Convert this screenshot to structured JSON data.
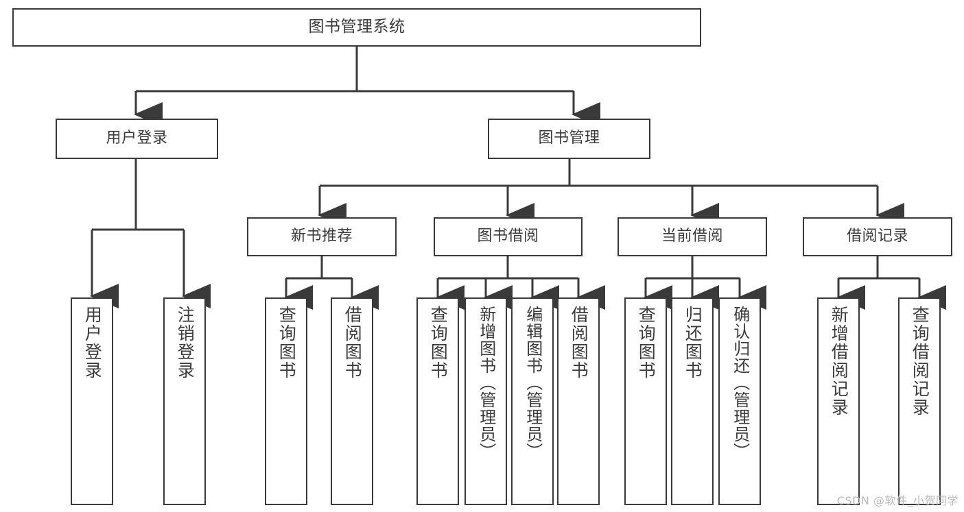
{
  "diagram": {
    "type": "tree",
    "title": "图书管理系统",
    "stroke_color": "#3a3a3a",
    "text_color": "#3b3b3b",
    "background": "#ffffff",
    "levels": 4
  },
  "nodes": {
    "root": {
      "label": "图书管理系统"
    },
    "level2": [
      {
        "label": "用户登录"
      },
      {
        "label": "图书管理"
      }
    ],
    "level3": [
      {
        "label": "新书推荐"
      },
      {
        "label": "图书借阅"
      },
      {
        "label": "当前借阅"
      },
      {
        "label": "借阅记录"
      }
    ],
    "leaves_user_login": [
      {
        "label": "用户登录"
      },
      {
        "label": "注销登录"
      }
    ],
    "leaves_new_book": [
      {
        "label": "查询图书"
      },
      {
        "label": "借阅图书"
      }
    ],
    "leaves_borrow": [
      {
        "label": "查询图书"
      },
      {
        "label": "新增图书（管理员）"
      },
      {
        "label": "编辑图书（管理员）"
      },
      {
        "label": "借阅图书"
      }
    ],
    "leaves_current": [
      {
        "label": "查询图书"
      },
      {
        "label": "归还图书"
      },
      {
        "label": "确认归还（管理员）"
      }
    ],
    "leaves_record": [
      {
        "label": "新增借阅记录"
      },
      {
        "label": "查询借阅记录"
      }
    ]
  },
  "watermark": {
    "text": "CSDN @软件_小贺同学"
  }
}
